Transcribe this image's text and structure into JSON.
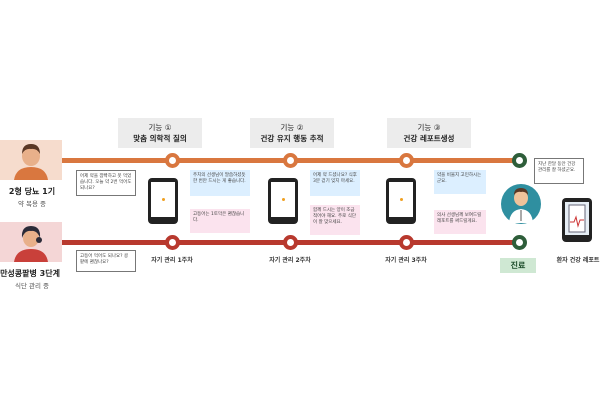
{
  "features": [
    {
      "num": "기능 ①",
      "title": "맞춤 의학적 질의"
    },
    {
      "num": "기능 ②",
      "title": "건강 유지 행동 추적"
    },
    {
      "num": "기능 ③",
      "title": "건강 레포트생성"
    }
  ],
  "patients": [
    {
      "name": "2형 당뇨 1기",
      "status": "약 복용 중",
      "question": "어제 약을 깜빡하고 못 먹었습니다. 오늘 약 2번 먹어도 되나요?"
    },
    {
      "name": "만성콩팥병 3단계",
      "status": "식단 관리 중",
      "question": "고등어 먹어도 되나요? 콩팥에 괜찮나요?"
    }
  ],
  "weeks": [
    {
      "label": "자기 관리 1주차",
      "blue": "주치의 선생님이 말씀하셨듯 한 번만 드시는 게 좋습니다.",
      "pink": "고등어는 1토막은 괜찮습니다."
    },
    {
      "label": "자기 관리 2주차",
      "blue": "어제 약 드셨나요? 식후 3분 걷기 잊지 마세요.",
      "pink": "함께 드시는 양이 조금 적어야 해요. 주로 식단이 잘 맞으세요."
    },
    {
      "label": "자기 관리 3주차",
      "blue": "약을 비울지 고민하시는 군요.",
      "pink": "의사 선생님께 보여드릴 레포트를 써드릴게요."
    }
  ],
  "doctor": {
    "label": "진료",
    "speech": "지난 한달 동안 건강 관리를 잘 하셨군요."
  },
  "report": {
    "label": "환자 건강 레포트"
  },
  "colors": {
    "top_line": "#d9773f",
    "bottom_line": "#b8392e",
    "end_node": "#2e5e3a",
    "clinic_bg": "#cfe8d3"
  }
}
